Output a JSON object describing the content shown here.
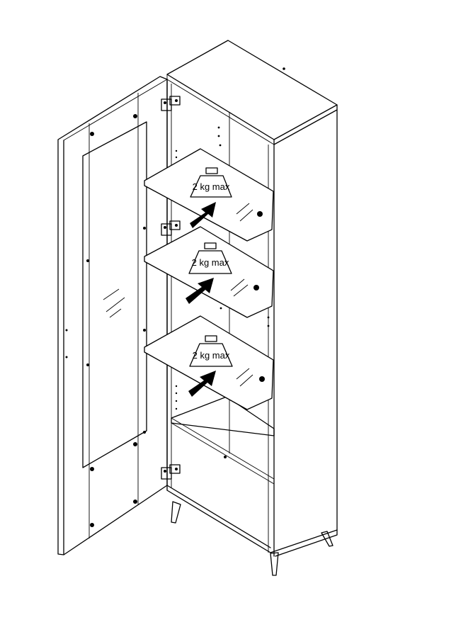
{
  "illustration": {
    "subject": "glass-door-cabinet-assembly",
    "shelf_weight_labels": [
      "2 kg max",
      "2 kg max",
      "2 kg max"
    ],
    "icons": [
      "weight-icon",
      "arrow-icon",
      "hinge-icon"
    ]
  }
}
